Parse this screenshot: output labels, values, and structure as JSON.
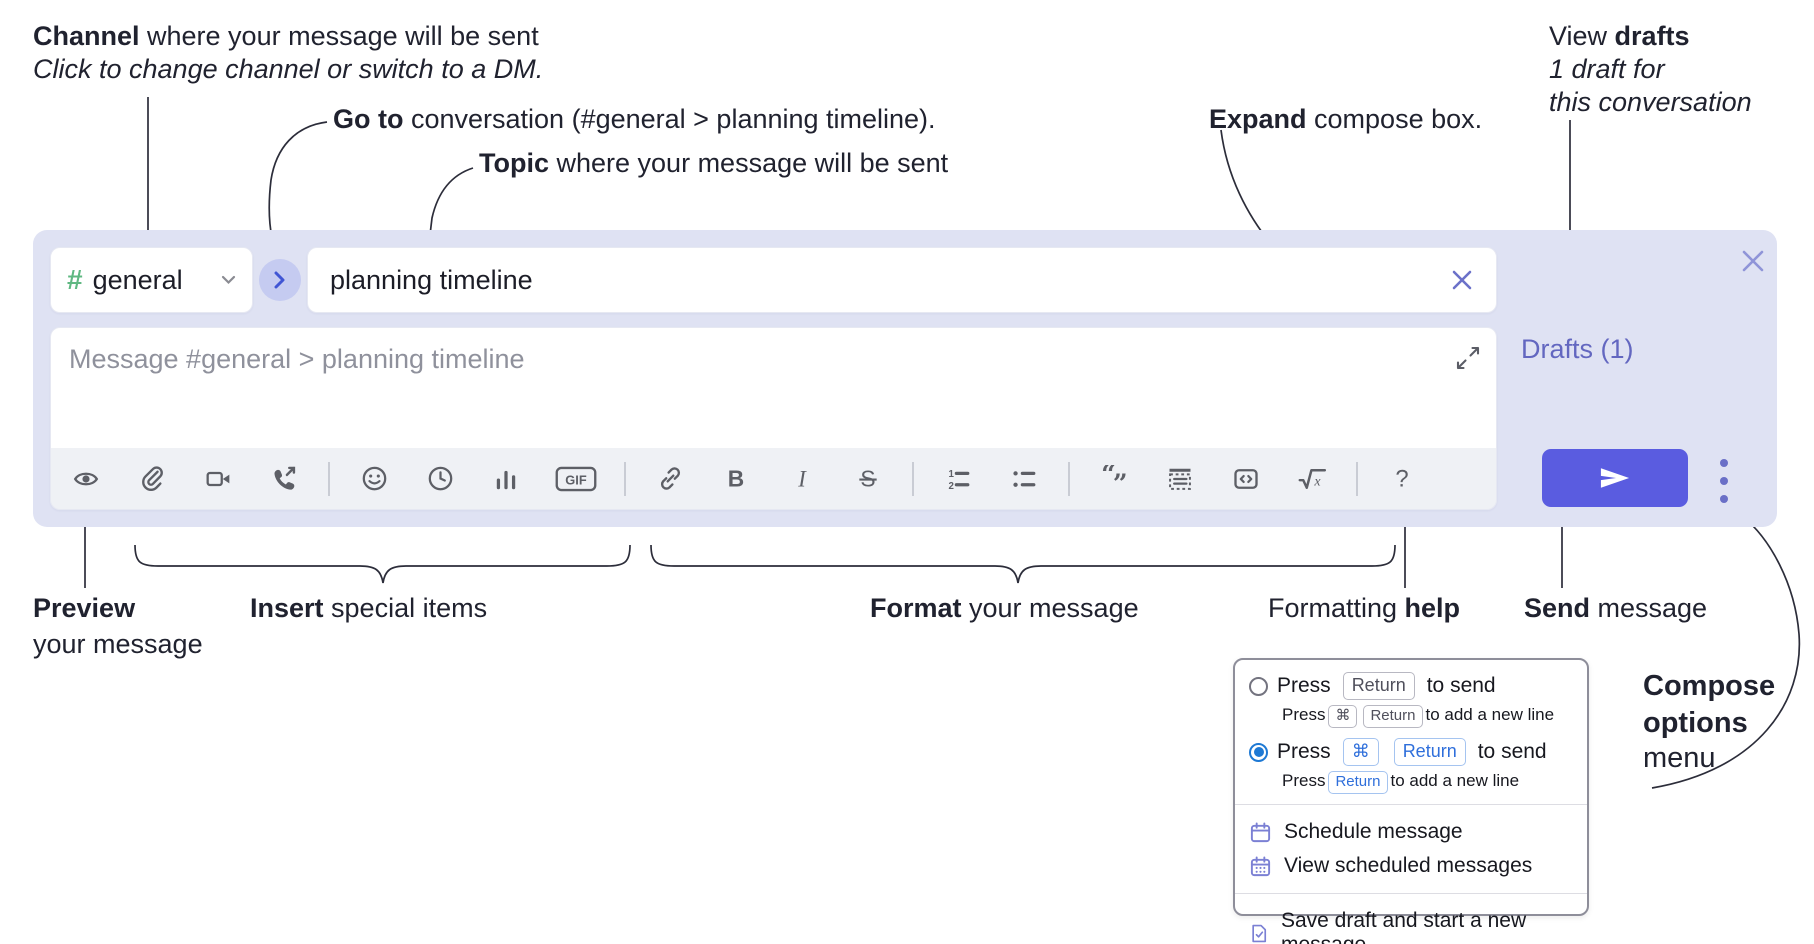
{
  "annotations": {
    "channel": {
      "bold": "Channel",
      "rest": " where your message will be sent",
      "sub": "Click to change channel or switch to a DM."
    },
    "goto": {
      "bold": "Go to",
      "rest": " conversation (#general > planning timeline)."
    },
    "topic": {
      "bold": "Topic",
      "rest": " where your message will be sent"
    },
    "expand": {
      "bold": "Expand",
      "rest": " compose box."
    },
    "drafts": {
      "line1_pre": "View ",
      "line1_bold": "drafts",
      "line2": "1 draft for",
      "line3": "this conversation"
    },
    "preview": {
      "bold": "Preview",
      "line2": "your message"
    },
    "insert": {
      "bold": "Insert",
      "rest": " special items"
    },
    "format": {
      "bold": "Format",
      "rest": " your message"
    },
    "help": {
      "pre": "Formatting ",
      "bold": "help"
    },
    "send": {
      "bold": "Send",
      "rest": " message"
    },
    "compose_options": {
      "line1": "Compose",
      "line2": "options",
      "line3": "menu"
    }
  },
  "composer": {
    "channel_hash": "#",
    "channel_name": "general",
    "topic_value": "planning timeline",
    "message_placeholder": "Message #general > planning timeline",
    "drafts_label": "Drafts (1)"
  },
  "toolbar": {
    "icons": [
      "preview-eye",
      "attach-paperclip",
      "video-clip",
      "audio-call",
      "emoji",
      "recent-clock",
      "poll-bar-chart",
      "gif",
      "link",
      "bold",
      "italic",
      "strikethrough",
      "ordered-list",
      "bulleted-list",
      "blockquote",
      "code-snippet",
      "code-block",
      "formula",
      "formatting-help"
    ],
    "glyphs": {
      "bold": "B",
      "italic": "I",
      "strike": "S",
      "gif": "GIF",
      "help": "?",
      "ol_1": "1",
      "ol_2": "2",
      "quote_open": "“",
      "quote_close": "”",
      "sqrt_x": "x"
    }
  },
  "menu": {
    "option1": {
      "press": "Press",
      "key1": "Return",
      "suffix": "to send",
      "sub_press": "Press",
      "sub_key1": "⌘",
      "sub_key2": "Return",
      "sub_suffix": "to add a new line"
    },
    "option2": {
      "press": "Press",
      "key1": "⌘",
      "key2": "Return",
      "suffix": "to send",
      "sub_press": "Press",
      "sub_key1": "Return",
      "sub_suffix": "to add a new line"
    },
    "items": [
      "Schedule message",
      "View scheduled messages",
      "Save draft and start a new message"
    ]
  },
  "colors": {
    "composer_bg": "#dfe2f3",
    "send_button": "#5a5ce0",
    "channel_green": "#5fb882",
    "goto_blue": "#4055d4",
    "goto_circle": "#c5cbf1",
    "drafts_purple": "#6367c0",
    "menu_icon_purple": "#7b80d4",
    "radio_selected_blue": "#1e79d4",
    "kbd_blue_text": "#2f6fdb",
    "icon_gray": "#5d5f66"
  }
}
